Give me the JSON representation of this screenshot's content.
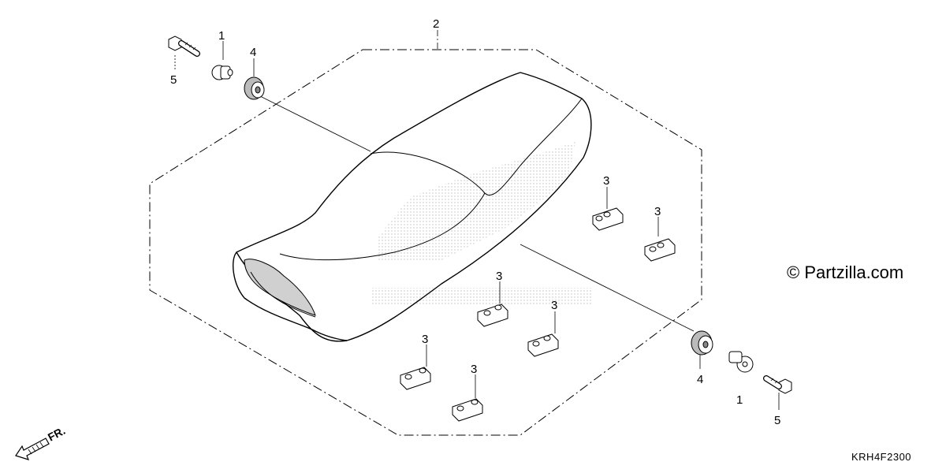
{
  "diagram": {
    "callouts": {
      "c1_top": "1",
      "c2": "2",
      "c4_top": "4",
      "c5_top": "5",
      "c3_a": "3",
      "c3_b": "3",
      "c3_c": "3",
      "c3_d": "3",
      "c3_e": "3",
      "c3_f": "3",
      "c4_bottom": "4",
      "c1_bottom": "1",
      "c5_bottom": "5"
    },
    "front_indicator": "FR.",
    "copyright": "© Partzilla.com",
    "diagram_code": "KRH4F2300"
  }
}
